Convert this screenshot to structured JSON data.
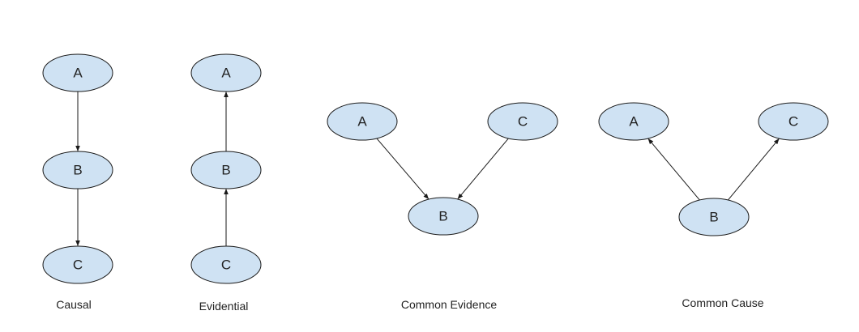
{
  "colors": {
    "node_fill": "#cfe2f3",
    "stroke": "#1a1a1a",
    "text": "#222222",
    "background": "#ffffff"
  },
  "diagrams": [
    {
      "caption": "Causal",
      "nodes": [
        {
          "id": "A",
          "label": "A"
        },
        {
          "id": "B",
          "label": "B"
        },
        {
          "id": "C",
          "label": "C"
        }
      ],
      "edges": [
        {
          "from": "A",
          "to": "B"
        },
        {
          "from": "B",
          "to": "C"
        }
      ]
    },
    {
      "caption": "Evidential",
      "nodes": [
        {
          "id": "A",
          "label": "A"
        },
        {
          "id": "B",
          "label": "B"
        },
        {
          "id": "C",
          "label": "C"
        }
      ],
      "edges": [
        {
          "from": "B",
          "to": "A"
        },
        {
          "from": "C",
          "to": "B"
        }
      ]
    },
    {
      "caption": "Common Evidence",
      "nodes": [
        {
          "id": "A",
          "label": "A"
        },
        {
          "id": "C",
          "label": "C"
        },
        {
          "id": "B",
          "label": "B"
        }
      ],
      "edges": [
        {
          "from": "A",
          "to": "B"
        },
        {
          "from": "C",
          "to": "B"
        }
      ]
    },
    {
      "caption": "Common Cause",
      "nodes": [
        {
          "id": "A",
          "label": "A"
        },
        {
          "id": "C",
          "label": "C"
        },
        {
          "id": "B",
          "label": "B"
        }
      ],
      "edges": [
        {
          "from": "B",
          "to": "A"
        },
        {
          "from": "B",
          "to": "C"
        }
      ]
    }
  ]
}
